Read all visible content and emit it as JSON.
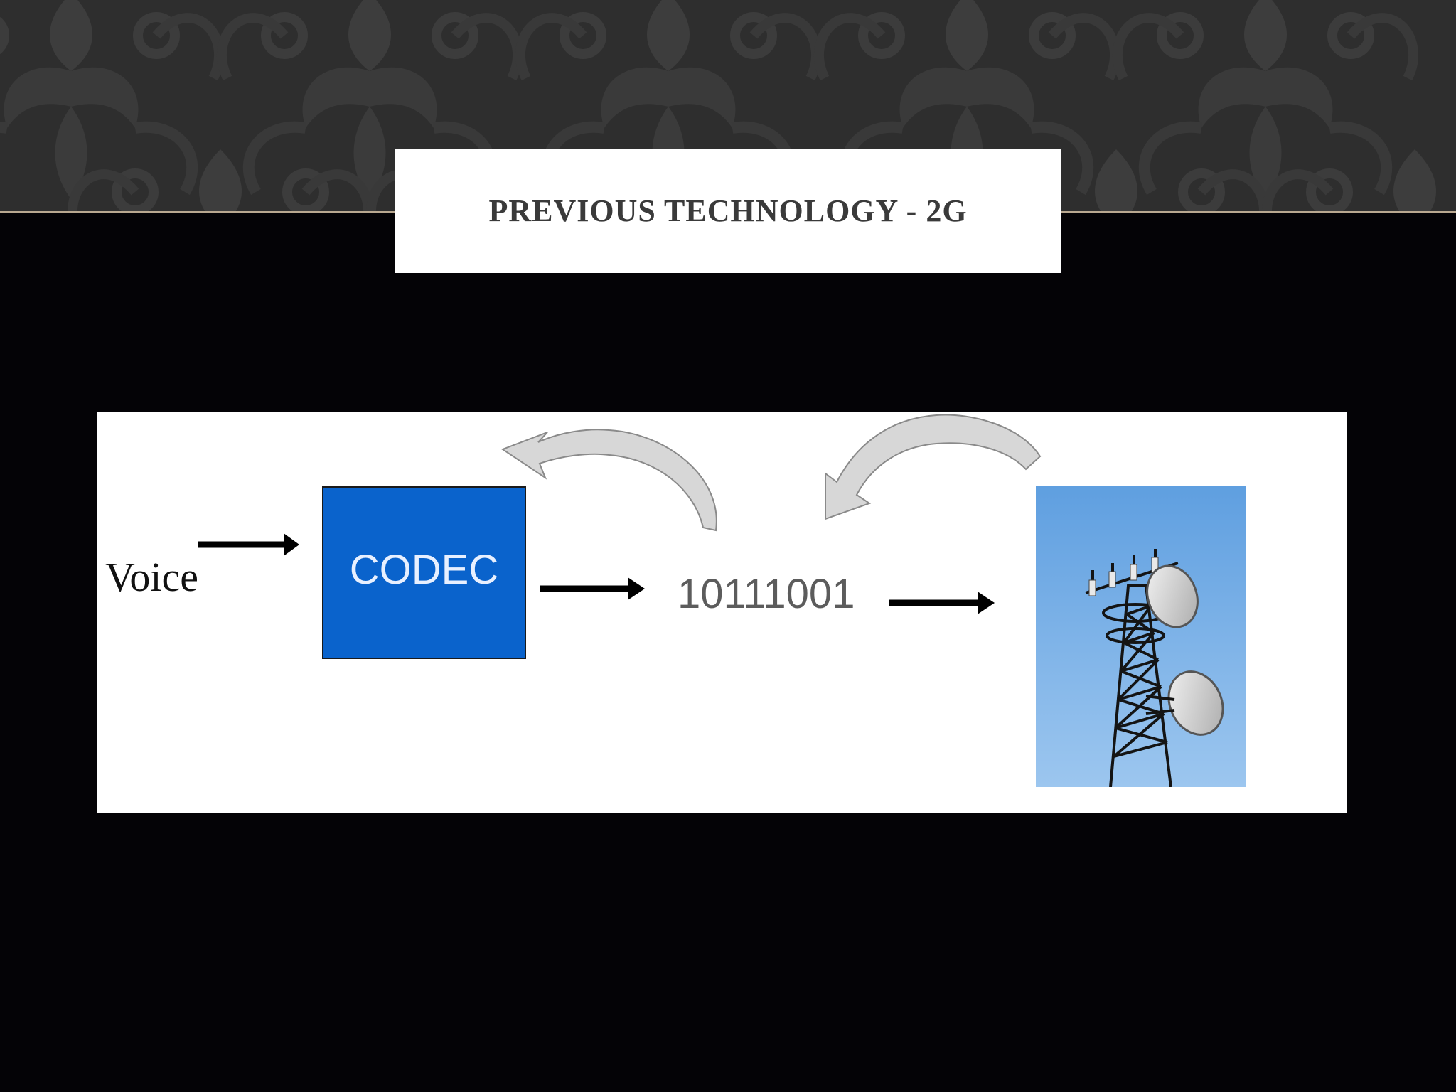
{
  "slide": {
    "title": "PREVIOUS TECHNOLOGY - 2G"
  },
  "diagram": {
    "input_label": "Voice",
    "codec_label": "CODEC",
    "binary_label": "10111001",
    "tower_image": "cell-tower-icon"
  },
  "colors": {
    "background": "#040306",
    "header_band": "#2e2e2e",
    "codec_fill": "#0a63cc",
    "curved_arrow_fill": "#d7d7d7",
    "sky": "#6aa9e6"
  }
}
